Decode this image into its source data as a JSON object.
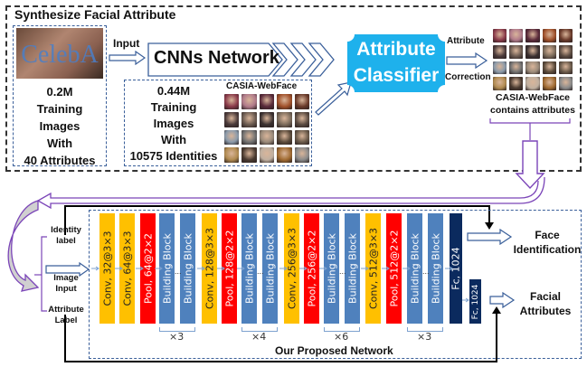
{
  "top_section": {
    "title": "Synthesize Facial Attribute",
    "celeba": {
      "image_label": "CelebA",
      "lines": [
        "0.2M",
        "Training",
        "Images",
        "With",
        "40 Attributes"
      ]
    },
    "input_label": "Input",
    "cnn_label": "CNNs Network",
    "casia": {
      "title": "CASIA-WebFace",
      "lines": [
        "0.44M",
        "Training",
        "Images",
        "With",
        "10575 Identities"
      ]
    },
    "classifier_label_line1": "Attribute",
    "classifier_label_line2": "Classifier",
    "attribute_label": "Attribute",
    "correction_label": "Correction",
    "result_caption_line1": "CASIA-WebFace",
    "result_caption_line2": "contains attributes"
  },
  "bottom_section": {
    "inputs": {
      "identity_label_line1": "Identity",
      "identity_label_line2": "label",
      "image_input_line1": "Image",
      "image_input_line2": "Input",
      "attribute_label_line1": "Attribute",
      "attribute_label_line2": "Label"
    },
    "layers": [
      {
        "type": "conv",
        "label": "Conv, 32@3×3"
      },
      {
        "type": "conv",
        "label": "Conv, 64@3×3"
      },
      {
        "type": "pool",
        "label": "Pool, 64@2×2"
      },
      {
        "type": "bb",
        "label": "Building Block"
      },
      {
        "type": "bb",
        "label": "Building Block"
      },
      {
        "type": "conv",
        "label": "Conv, 128@3×3"
      },
      {
        "type": "pool",
        "label": "Pool, 128@2×2"
      },
      {
        "type": "bb",
        "label": "Building Block"
      },
      {
        "type": "bb",
        "label": "Building Block"
      },
      {
        "type": "conv",
        "label": "Conv, 256@3×3"
      },
      {
        "type": "pool",
        "label": "Pool, 256@2×2"
      },
      {
        "type": "bb",
        "label": "Building Block"
      },
      {
        "type": "bb",
        "label": "Building Block"
      },
      {
        "type": "conv",
        "label": "Conv, 512@3×3"
      },
      {
        "type": "pool",
        "label": "Pool, 512@2×2"
      },
      {
        "type": "bb",
        "label": "Building Block"
      },
      {
        "type": "bb",
        "label": "Building Block"
      },
      {
        "type": "fc",
        "label": "Fc, 1024"
      },
      {
        "type": "fc",
        "label": "Fc, 1024"
      }
    ],
    "repeats": [
      "×3",
      "×4",
      "×6",
      "×3"
    ],
    "ellipsis": "...",
    "network_label": "Our Proposed Network",
    "output_face_id_line1": "Face",
    "output_face_id_line2": "Identification",
    "output_attr_line1": "Facial",
    "output_attr_line2": "Attributes"
  },
  "colors": {
    "conv": "#ffc000",
    "pool": "#ff0000",
    "building_block": "#4f81bd",
    "fc": "#0b2a5e",
    "classifier": "#1eb1ec",
    "purple_arrow": "#7b45b8"
  }
}
